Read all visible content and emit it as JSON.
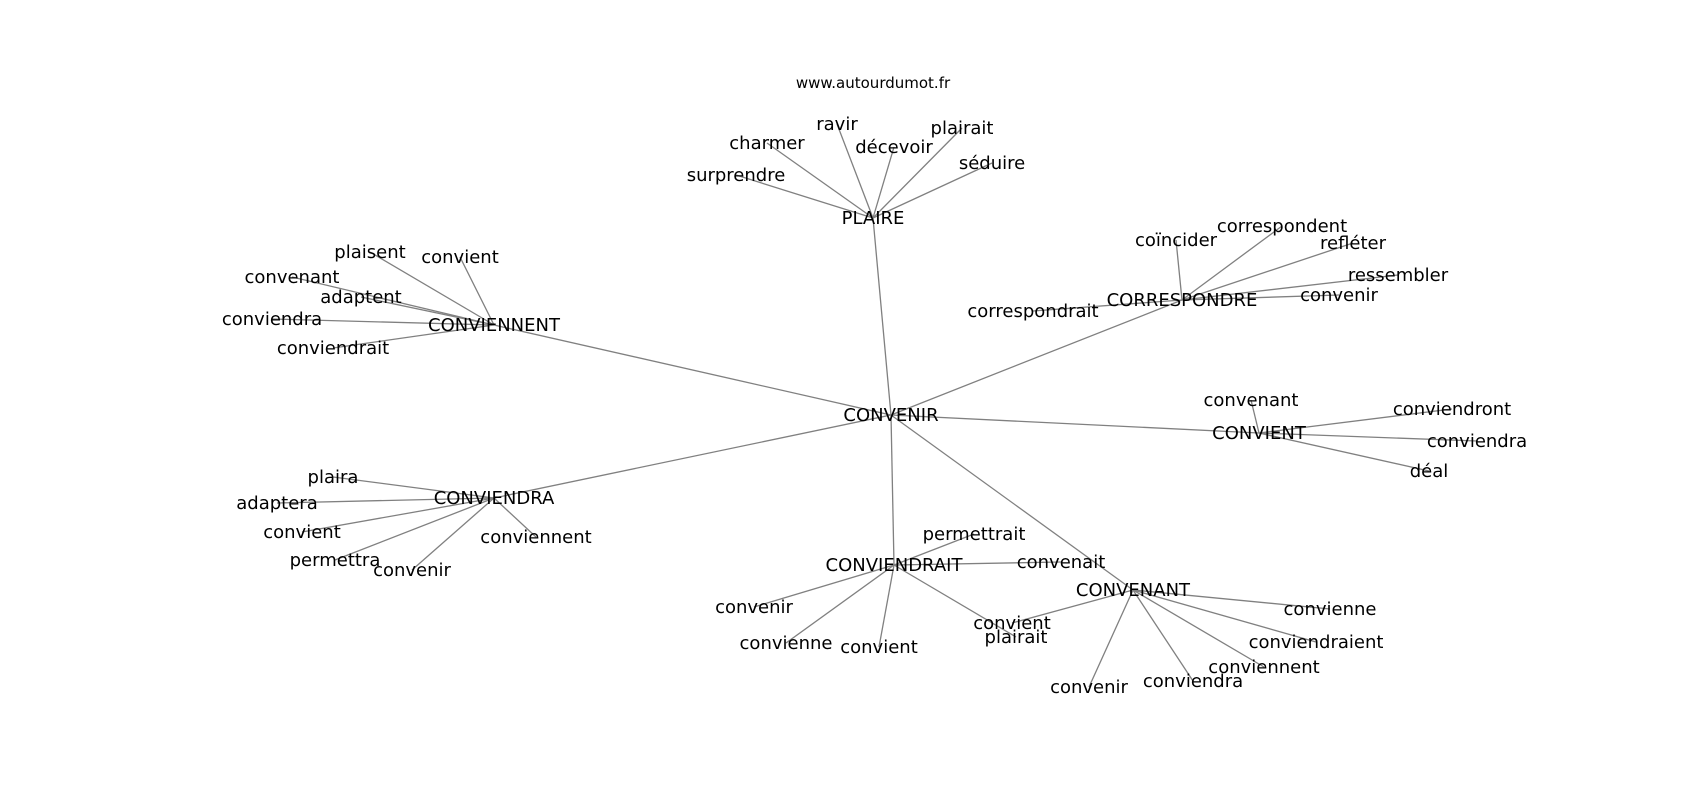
{
  "source": "www.autourdumot.fr",
  "colors": {
    "edge": "#808080",
    "text": "#000000",
    "background": "#ffffff"
  },
  "graph": {
    "center": "CONVENIR",
    "hubs": [
      {
        "id": "plaire",
        "label": "PLAIRE",
        "leaves": [
          "ravir",
          "plairait",
          "charmer",
          "décevoir",
          "séduire",
          "surprendre"
        ]
      },
      {
        "id": "correspondre",
        "label": "CORRESPONDRE",
        "leaves": [
          "correspondent",
          "coïncider",
          "refléter",
          "ressembler",
          "convenir",
          "correspondrait"
        ]
      },
      {
        "id": "conviennent",
        "label": "CONVIENNENT",
        "leaves": [
          "plaisent",
          "convient",
          "convenant",
          "adaptent",
          "conviendra",
          "conviendrait"
        ]
      },
      {
        "id": "convient",
        "label": "CONVIENT",
        "leaves": [
          "convenant",
          "conviendront",
          "conviendra",
          "déal"
        ]
      },
      {
        "id": "conviendra",
        "label": "CONVIENDRA",
        "leaves": [
          "plaira",
          "adaptera",
          "convient",
          "conviennent",
          "permettra",
          "convenir"
        ]
      },
      {
        "id": "conviendrait",
        "label": "CONVIENDRAIT",
        "leaves": [
          "permettrait",
          "convenait",
          "convenir",
          "convienne",
          "convient",
          "plairait"
        ]
      },
      {
        "id": "convenant",
        "label": "CONVENANT",
        "leaves": [
          "convient",
          "convienne",
          "conviendraient",
          "conviennent",
          "conviendra",
          "convenir"
        ]
      }
    ]
  }
}
